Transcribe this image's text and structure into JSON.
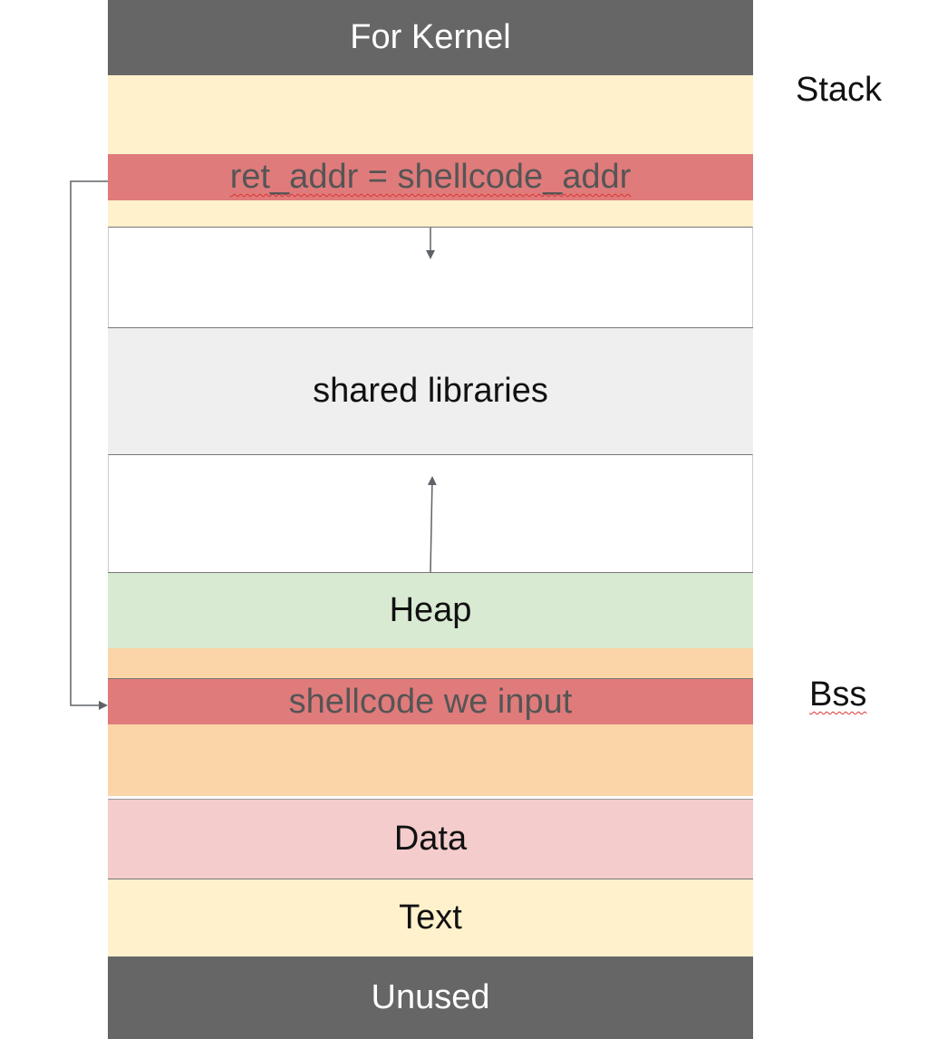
{
  "diagram": {
    "segments": {
      "kernel": {
        "label": "For Kernel",
        "color": "#666666"
      },
      "stack_fill": {
        "color": "#fff1cc"
      },
      "ret_addr": {
        "label": "ret_addr = shellcode_addr",
        "color": "#e07b7b"
      },
      "gap_top": {
        "color": "#ffffff"
      },
      "shared_libraries": {
        "label": "shared libraries",
        "color": "#efefef"
      },
      "gap_mid": {
        "color": "#ffffff"
      },
      "heap": {
        "label": "Heap",
        "color": "#d9ead3"
      },
      "bss_fill": {
        "color": "#fbd5a7"
      },
      "shellcode": {
        "label": "shellcode we input",
        "color": "#e07b7b"
      },
      "data": {
        "label": "Data",
        "color": "#f4cccc"
      },
      "text": {
        "label": "Text",
        "color": "#fff1cc"
      },
      "unused": {
        "label": "Unused",
        "color": "#666666"
      }
    },
    "side_labels": {
      "stack": "Stack",
      "bss": "Bss"
    },
    "arrow_color": "#5f6368"
  }
}
